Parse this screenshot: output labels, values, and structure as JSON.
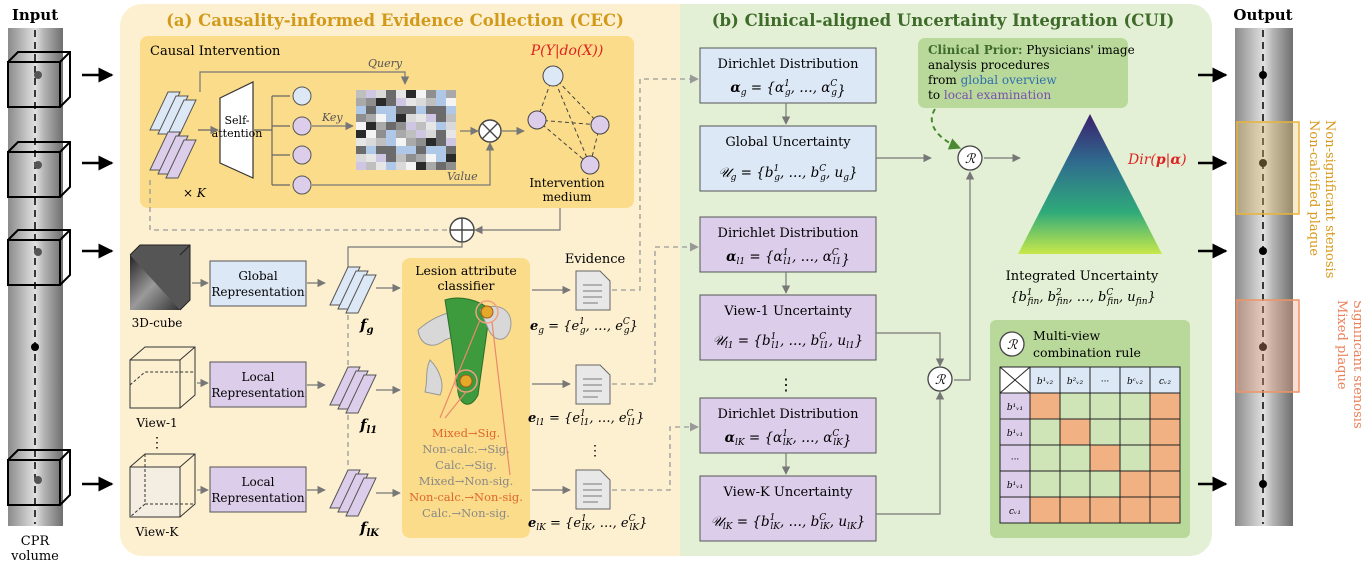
{
  "input": {
    "title": "Input",
    "caption1": "CPR",
    "caption2": "volume"
  },
  "output": {
    "title": "Output",
    "label1a": "Non-calcified plaque",
    "label1b": "Non-significant stenosis",
    "label2a": "Mixed plaque",
    "label2b": "Significant stenosis"
  },
  "cec": {
    "title": "(a) Causality-informed Evidence Collection (CEC)",
    "causal_title": "Causal Intervention",
    "self_attention_1": "Self-",
    "self_attention_2": "attention",
    "query": "Query",
    "key": "Key",
    "value": "Value",
    "times_k": "× K",
    "formula": "P(Y|do(X))",
    "medium_1": "Intervention",
    "medium_2": "medium",
    "cube_label": "3D-cube",
    "view1_label": "View-1",
    "viewk_label": "View-K",
    "dots": "⋮",
    "global_rep_1": "Global",
    "global_rep_2": "Representation",
    "local_rep_1": "Local",
    "local_rep_2": "Representation",
    "fg": "f_g",
    "fl1": "f_l1",
    "flk": "f_lK",
    "classifier_1": "Lesion attribute",
    "classifier_2": "classifier",
    "rules": [
      "Mixed→Sig.",
      "Non-calc.→Sig.",
      "Calc.→Sig.",
      "Mixed→Non-sig.",
      "Non-calc.→Non-sig.",
      "Calc.→Non-sig."
    ],
    "evidence": "Evidence",
    "eg": "e_g = {e¹_g, …, eᶜ_g}",
    "el1": "e_l1 = {e¹_l1, …, eᶜ_l1}",
    "elk": "e_lK = {e¹_lK, …, eᶜ_lK}"
  },
  "cui": {
    "title": "(b) Clinical-aligned Uncertainty Integration (CUI)",
    "dirichlet": "Dirichlet Distribution",
    "alpha_g": "α_g = {α¹_g, …, αᶜ_g}",
    "alpha_l1": "α_l1 = {α¹_l1, …, αᶜ_l1}",
    "alpha_lk": "α_lK = {α¹_lK, …, αᶜ_lK}",
    "global_unc": "Global Uncertainty",
    "u_g": "𝒰_g = {b¹_g, …, bᶜ_g, u_g}",
    "view1_unc": "View-1 Uncertainty",
    "u_l1": "𝒰_l1 = {b¹_l1, …, bᶜ_l1, u_l1}",
    "viewk_unc": "View-K Uncertainty",
    "u_lk": "𝒰_lK = {b¹_lK, …, bᶜ_lK, u_lK}",
    "prior_bold": "Clinical Prior:",
    "prior_rest": " Physicians' image",
    "prior_2": "analysis procedures",
    "prior_3a": "from ",
    "prior_3b": "global overview",
    "prior_4a": "to ",
    "prior_4b": "local examination",
    "dir": "Dir(p|α)",
    "integrated": "Integrated Uncertainty",
    "integrated_set": "{b¹_fin, b²_fin, …, bᶜ_fin, u_fin}",
    "rule_symbol": "ℛ",
    "rule_1": "Multi-view",
    "rule_2": "combination rule",
    "col_headers": [
      "b¹ᵥ₂",
      "b²ᵥ₂",
      "···",
      "bᶜᵥ₂",
      "cᵥ₂"
    ],
    "row_headers": [
      "b¹ᵥ₁",
      "b¹ᵥ₁",
      "···",
      "b¹ᵥ₁",
      "cᵥ₁"
    ]
  },
  "colors": {
    "cec_bg": "#fdf0d0",
    "cui_bg": "#e3f0d5",
    "causal_bg": "#fbdc8a",
    "blue_box": "#dce8f6",
    "purple_box": "#dccdea",
    "orange_cell": "#f2b183",
    "green_cell": "#cfe5b8",
    "red_formula": "#e02020",
    "cec_title": "#d39a1a",
    "cui_title": "#3f6b2a"
  }
}
